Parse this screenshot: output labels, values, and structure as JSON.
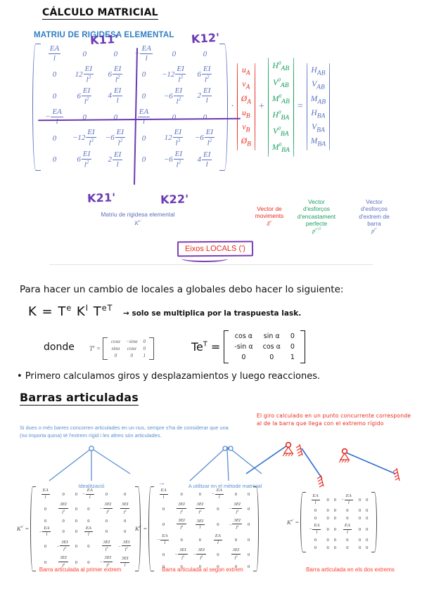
{
  "title": "CÁLCULO MATRICIAL",
  "subtitle": "MATRIU DE RIGIDESA ELEMENTAL",
  "block_labels": {
    "k11": "K11'",
    "k12": "K12'",
    "k21": "K21'",
    "k22": "K22'"
  },
  "stiffness_matrix": {
    "rows": [
      [
        "EA/l",
        "0",
        "0",
        "-EA/l",
        "0",
        "0"
      ],
      [
        "0",
        "12EI/l³",
        "6EI/l²",
        "0",
        "-12EI/l³",
        "6EI/l²"
      ],
      [
        "0",
        "6EI/l²",
        "4EI/l",
        "0",
        "-6EI/l²",
        "2EI/l"
      ],
      [
        "-EA/l",
        "0",
        "0",
        "EA/l",
        "0",
        "0"
      ],
      [
        "0",
        "-12EI/l³",
        "-6EI/l²",
        "0",
        "12EI/l³",
        "-6EI/l²"
      ],
      [
        "0",
        "6EI/l²",
        "2EI/l",
        "0",
        "-6EI/l²",
        "4EI/l"
      ]
    ]
  },
  "movements_vector": [
    "uA",
    "vA",
    "ØA",
    "uB",
    "vB",
    "ØB"
  ],
  "fixed_end_vector": [
    "H⁰AB",
    "V⁰AB",
    "M⁰AB",
    "H⁰BA",
    "V⁰BA",
    "M⁰BA"
  ],
  "bar_end_vector": [
    "HAB",
    "VAB",
    "MAB",
    "HBA",
    "VBA",
    "MBA"
  ],
  "operators": {
    "dot": "·",
    "plus": "+",
    "equals": "="
  },
  "captions": {
    "stiffness": "Matriu de rigidesa elemental",
    "stiffness_sym": "K",
    "stiffness_sup": "e'",
    "movements": "Vector de\nmoviments",
    "movements_sym": "δ",
    "movements_sup": "e'",
    "fixed_end": "Vector\nd'esforços\nd'encastament\nperfecte",
    "fixed_end_sym": "p",
    "fixed_end_sup": "e',0",
    "bar_end": "Vector\nd'esforços\nd'extrem de\nbarra",
    "bar_end_sym": "p",
    "bar_end_sup": "e'"
  },
  "locals_box": "Eixos LOCALS (')",
  "notes": {
    "line1": "Para hacer un cambio de locales a globales debo hacer lo siguiente:",
    "formula": "K = Te K' TeT",
    "formula_note": "→ solo se multiplica por la traspuesta lask.",
    "donde": "donde",
    "te_label": "Te",
    "te_sup": "e",
    "tet_label": "Te",
    "tet_sup": "T",
    "line2": "• Primero calculamos giros y desplazamientos y luego reacciones."
  },
  "te_matrix": {
    "rows": [
      [
        "cosα",
        "−sinα",
        "0"
      ],
      [
        "sinα",
        "cosα",
        "0"
      ],
      [
        "0",
        "0",
        "1"
      ]
    ]
  },
  "tet_matrix": {
    "rows": [
      [
        "cos α",
        "sin α",
        "0"
      ],
      [
        "-sin α",
        "cos α",
        "0"
      ],
      [
        "0",
        "0",
        "1"
      ]
    ]
  },
  "section2": {
    "heading": "Barras articuladas",
    "blue_note": "Si dues o més barres concorren articulades en un nus, sempre s'ha de considerar que una (no importa quina) té l'extrem rígid i les altres són articulades.",
    "diagram_label_1": "Idealització",
    "diagram_arrow": "→",
    "diagram_label_2": "A utilitzar en el mètode matricial",
    "red_note": "El giro calculado en un punto concurrente corresponde al de la barra que llega con el extremo rígido"
  },
  "bottom_matrices": [
    {
      "label": "K",
      "label_sup": "e'",
      "caption": "Barra articulada al primer extrem",
      "rows": [
        [
          "EA/l",
          "0",
          "0",
          "-EA/l",
          "0",
          "0"
        ],
        [
          "0",
          "3EI/l³",
          "0",
          "0",
          "-3EI/l³",
          "3EI/l²"
        ],
        [
          "0",
          "0",
          "0",
          "0",
          "0",
          "0"
        ],
        [
          "-EA/l",
          "0",
          "0",
          "EA/l",
          "0",
          "0"
        ],
        [
          "0",
          "-3EI/l³",
          "0",
          "0",
          "3EI/l³",
          "-3EI/l²"
        ],
        [
          "0",
          "3EI/l²",
          "0",
          "0",
          "-3EI/l²",
          "3EI/l"
        ]
      ]
    },
    {
      "label": "K",
      "label_sup": "e'",
      "caption": "Barra articulada al segon extrem",
      "rows": [
        [
          "EA/l",
          "0",
          "0",
          "-EA/l",
          "0",
          "0"
        ],
        [
          "0",
          "3EI/l³",
          "3EI/l²",
          "0",
          "-3EI/l³",
          "0"
        ],
        [
          "0",
          "3EI/l²",
          "3EI/l",
          "0",
          "-3EI/l²",
          "0"
        ],
        [
          "-EA/l",
          "0",
          "0",
          "EA/l",
          "0",
          "0"
        ],
        [
          "0",
          "-3EI/l³",
          "-3EI/l²",
          "0",
          "3EI/l³",
          "0"
        ],
        [
          "0",
          "0",
          "0",
          "0",
          "0",
          "0"
        ]
      ]
    },
    {
      "label": "K",
      "label_sup": "e'",
      "caption": "Barra articulada en els dos extrems",
      "rows": [
        [
          "EA/l",
          "0",
          "0",
          "-EA/l",
          "0",
          "0"
        ],
        [
          "0",
          "0",
          "0",
          "0",
          "0",
          "0"
        ],
        [
          "0",
          "0",
          "0",
          "0",
          "0",
          "0"
        ],
        [
          "-EA/l",
          "0",
          "0",
          "EA/l",
          "0",
          "0"
        ],
        [
          "0",
          "0",
          "0",
          "0",
          "0",
          "0"
        ],
        [
          "0",
          "0",
          "0",
          "0",
          "0",
          "0"
        ]
      ]
    }
  ],
  "colors": {
    "blue": "#5b6fc0",
    "heading_blue": "#2f7fc4",
    "red": "#e8291c",
    "green": "#16a05e",
    "purple": "#6a3ab2",
    "light_blue": "#5b8fd0"
  }
}
